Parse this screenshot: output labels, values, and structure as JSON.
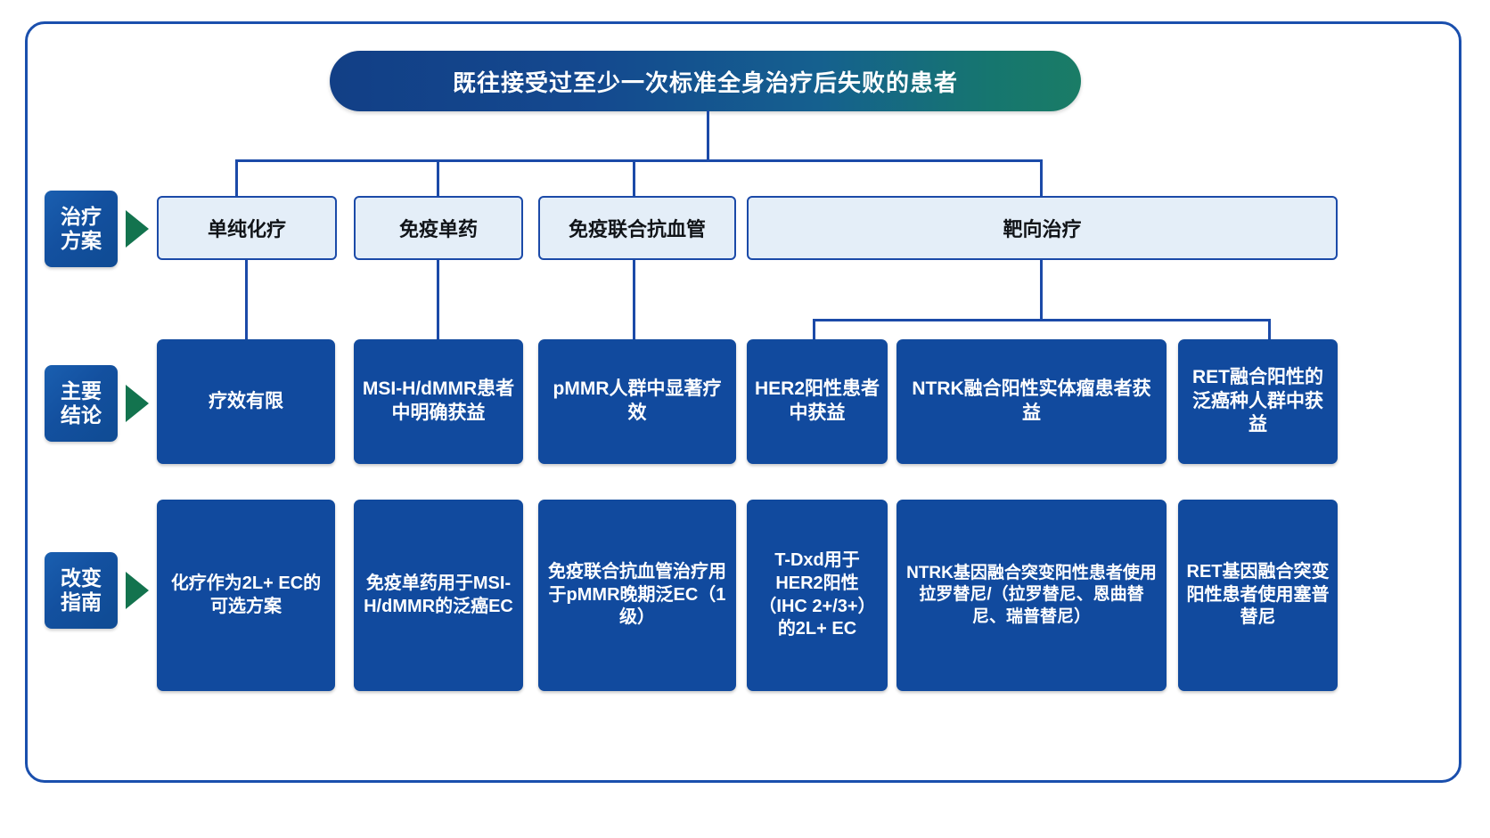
{
  "diagram": {
    "title": "既往接受过至少一次标准全身治疗后失败的患者",
    "accent_blue": "#114a9e",
    "accent_teal": "#1a7c66",
    "arrow_green": "#13734e",
    "light_box_bg": "#e4eef8",
    "stage_labels": [
      {
        "line1": "治疗",
        "line2": "方案"
      },
      {
        "line1": "主要",
        "line2": "结论"
      },
      {
        "line1": "改变",
        "line2": "指南"
      }
    ],
    "treatments": [
      {
        "label": "单纯化疗"
      },
      {
        "label": "免疫单药"
      },
      {
        "label": "免疫联合抗血管"
      },
      {
        "label": "靶向治疗"
      }
    ],
    "conclusions": [
      {
        "text": "疗效有限"
      },
      {
        "text": "MSI-H/dMMR患者中明确获益"
      },
      {
        "text": "pMMR人群中显著疗效"
      },
      {
        "text": "HER2阳性患者中获益"
      },
      {
        "text": "NTRK融合阳性实体瘤患者获益"
      },
      {
        "text": "RET融合阳性的泛癌种人群中获益"
      }
    ],
    "guidelines": [
      {
        "text": "化疗作为2L+ EC的可选方案"
      },
      {
        "text": "免疫单药用于MSI-H/dMMR的泛癌EC"
      },
      {
        "text": "免疫联合抗血管治疗用于pMMR晚期泛EC（1级）"
      },
      {
        "text": "T-Dxd用于HER2阳性（IHC 2+/3+）的2L+ EC"
      },
      {
        "text": "NTRK基因融合突变阳性患者使用拉罗替尼/（拉罗替尼、恩曲替尼、瑞普替尼）"
      },
      {
        "text": "RET基因融合突变阳性患者使用塞普替尼"
      }
    ]
  }
}
